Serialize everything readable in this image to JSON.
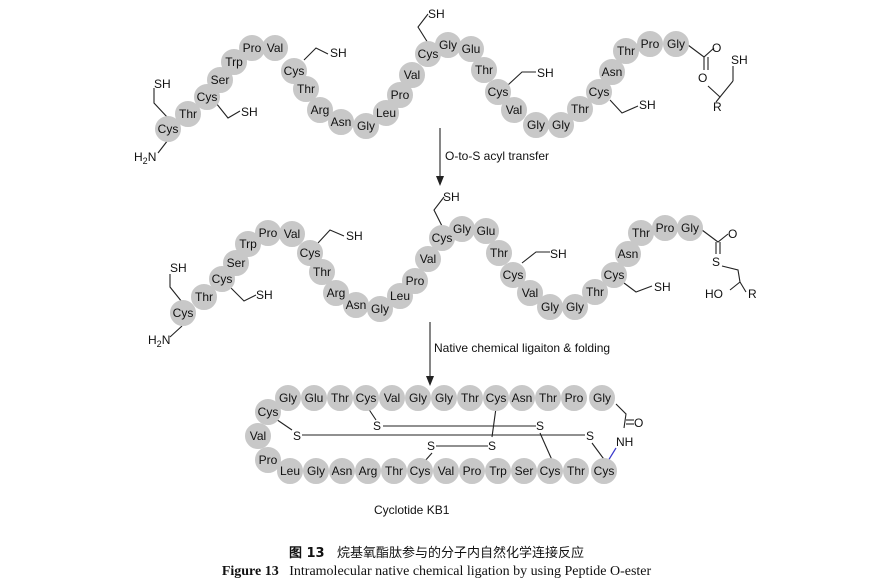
{
  "residue_labels": {
    "row1": [
      "Cys",
      "Thr",
      "Cys",
      "Ser",
      "Trp",
      "Pro",
      "Val",
      "Cys",
      "Thr",
      "Arg",
      "Asn",
      "Gly",
      "Leu",
      "Pro",
      "Val",
      "Cys",
      "Gly",
      "Glu",
      "Thr",
      "Cys",
      "Val",
      "Gly",
      "Gly",
      "Thr",
      "Cys",
      "Asn",
      "Thr",
      "Pro",
      "Gly"
    ],
    "row2": [
      "Cys",
      "Thr",
      "Cys",
      "Ser",
      "Trp",
      "Pro",
      "Val",
      "Cys",
      "Thr",
      "Arg",
      "Asn",
      "Gly",
      "Leu",
      "Pro",
      "Val",
      "Cys",
      "Gly",
      "Glu",
      "Thr",
      "Cys",
      "Val",
      "Gly",
      "Gly",
      "Thr",
      "Cys",
      "Asn",
      "Thr",
      "Pro",
      "Gly"
    ],
    "cyclic_top": [
      "Gly",
      "Glu",
      "Thr",
      "Cys",
      "Val",
      "Gly",
      "Gly",
      "Thr",
      "Cys",
      "Asn",
      "Thr",
      "Pro",
      "Gly"
    ],
    "cyclic_left": [
      "Cys",
      "Val",
      "Pro"
    ],
    "cyclic_bottom": [
      "Leu",
      "Gly",
      "Asn",
      "Arg",
      "Thr",
      "Cys",
      "Val",
      "Pro",
      "Trp",
      "Ser",
      "Cys",
      "Thr",
      "Cys"
    ]
  },
  "chem_labels": {
    "sh": "SH",
    "h2n": "H",
    "h2n_sub": "2",
    "h2n_n": "N",
    "o": "O",
    "s": "S",
    "r": "R",
    "ho": "HO",
    "nh": "NH"
  },
  "steps": {
    "step1": "O-to-S acyl transfer",
    "step2": "Native chemical ligaiton & folding"
  },
  "product_label": "Cyclotide KB1",
  "caption": {
    "cn_fig": "图 13",
    "cn_text": "烷基氧酯肽参与的分子内自然化学连接反应",
    "en_fig": "Figure 13",
    "en_text": "Intramolecular native chemical ligation by using Peptide O-ester"
  },
  "colors": {
    "residue_fill": "#c8c8c8",
    "text": "#111111",
    "line": "#222222",
    "nh_link": "#3b3bcc"
  }
}
